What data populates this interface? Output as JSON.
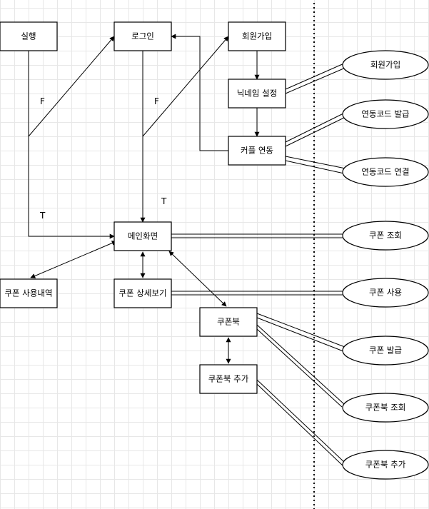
{
  "nodes": {
    "run": "실행",
    "login": "로그인",
    "signup": "회원가입",
    "nickname": "닉네임 설정",
    "couple": "커플 연동",
    "main": "메인화면",
    "history": "쿠폰 사용내역",
    "detail": "쿠폰 상세보기",
    "couponbook": "쿠폰북",
    "couponbook_add": "쿠폰북 추가"
  },
  "ovals": {
    "signup": "회원가입",
    "code_issue": "연동코드 발급",
    "code_link": "연동코드 연결",
    "coupon_view": "쿠폰 조회",
    "coupon_use": "쿠폰 사용",
    "coupon_issue": "쿠폰 발급",
    "couponbook_view": "쿠폰북 조회",
    "couponbook_add": "쿠폰북 추가"
  },
  "edge_labels": {
    "run_false": "F",
    "run_true": "T",
    "login_false": "F",
    "login_true": "T"
  }
}
